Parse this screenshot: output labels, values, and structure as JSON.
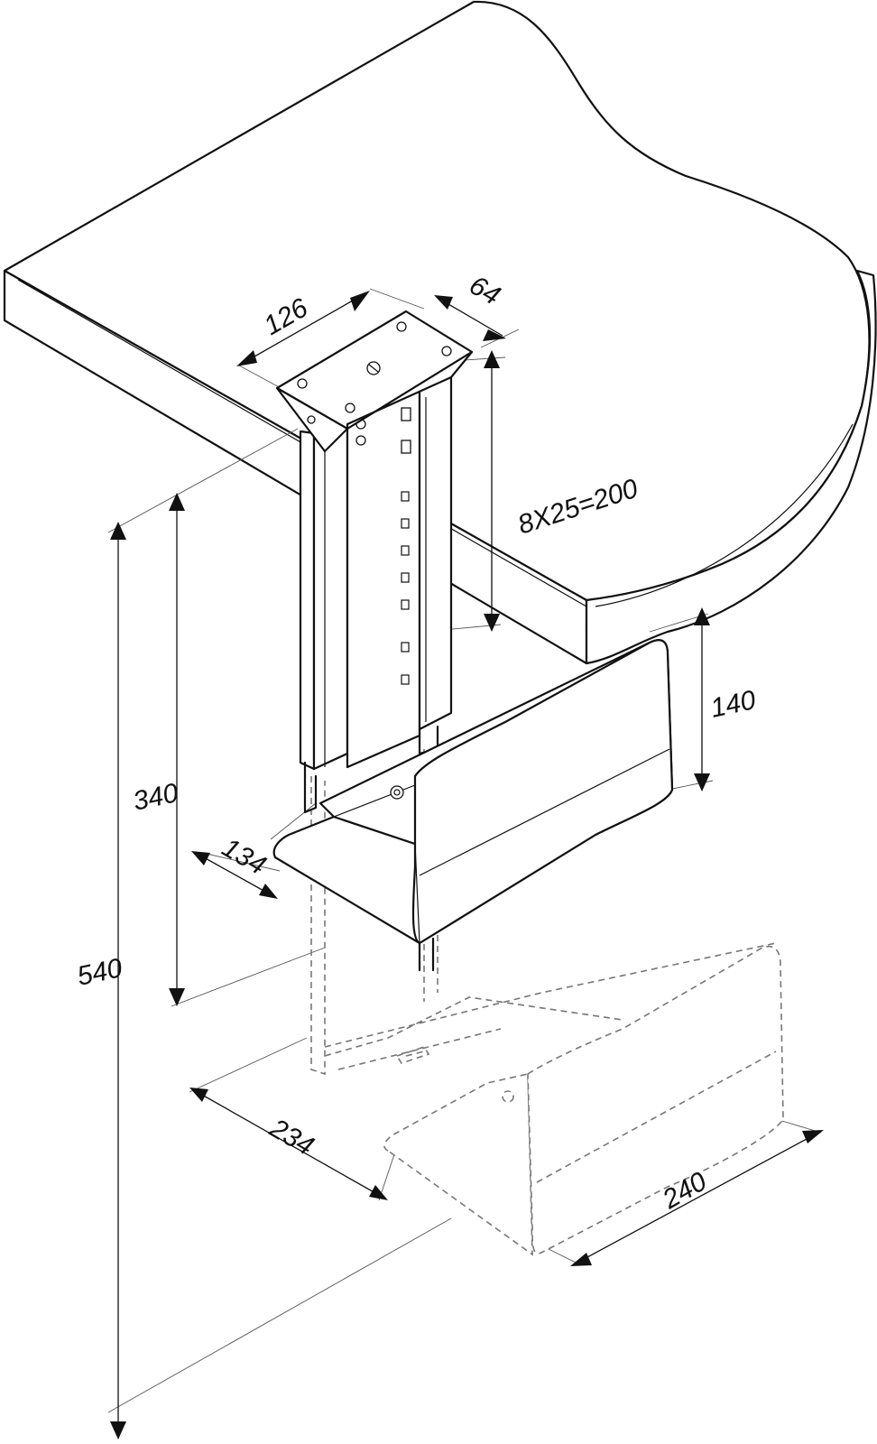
{
  "dimensions": {
    "bracket_width": "126",
    "bracket_depth": "64",
    "adjust_steps": "8X25=200",
    "side_height": "140",
    "upper_height": "340",
    "shelf_depth_upper": "134",
    "total_height": "540",
    "shelf_width": "234",
    "shelf_length": "240"
  }
}
